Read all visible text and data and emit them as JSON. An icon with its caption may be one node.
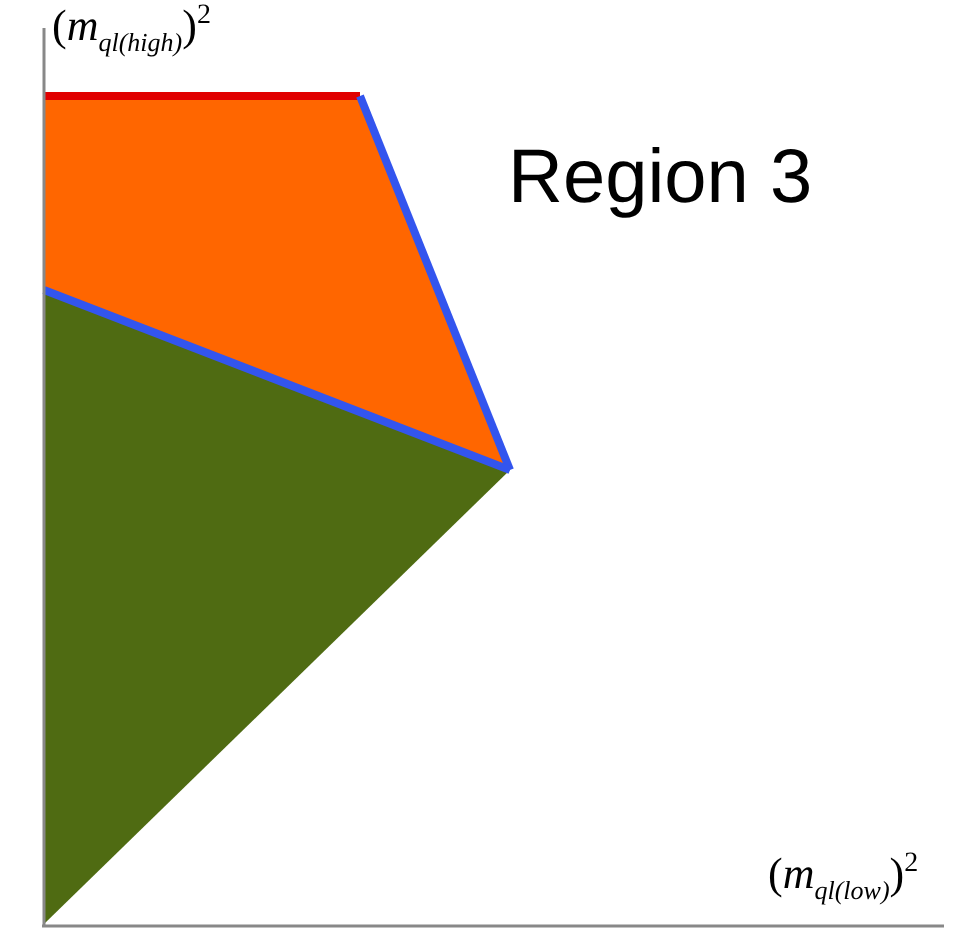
{
  "diagram": {
    "labels": [
      "(*m*$_{ql(high)}$)$^{2}$",
      "Region 3",
      "(*m*$_{ql(low)}$)$^{2}$"
    ]
  }
}
